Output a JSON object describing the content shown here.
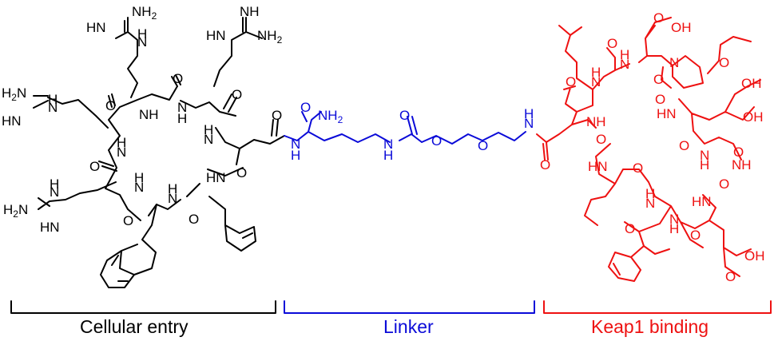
{
  "colors": {
    "cell_entry": "#000000",
    "linker": "#0a0ad8",
    "keap1": "#ee1111"
  },
  "regions": {
    "cell_entry": "Cellular entry",
    "linker": "Linker",
    "keap1": "Keap1 binding"
  },
  "labels": {
    "nh2": "NH2",
    "h2n": "H2N",
    "hn": "HN",
    "nh": "NH",
    "hn_imine": "HN",
    "h": "H",
    "n": "N",
    "o": "O",
    "oh": "OH",
    "cooh": "OH"
  }
}
